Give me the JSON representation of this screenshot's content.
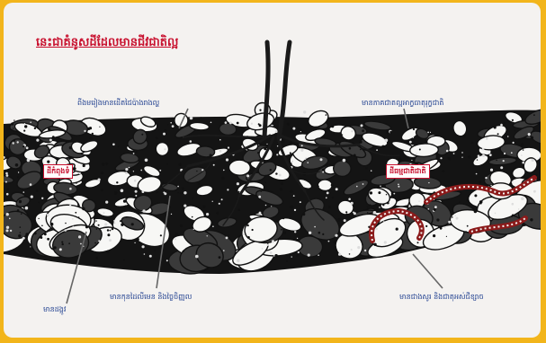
{
  "title": "នេះជាគំនូសដីដែលមានជីវជាតិល្អ",
  "labels": {
    "top_left": "ពីងមរៀងមានដើតជៃប៉ាងរាងល្ហ",
    "top_right": "មានភាគជាតល្អអាក្ខធាតុរុក្ខជាតិ",
    "tag_left": "ដីកំពុងទំ",
    "tag_right": "ដីធម្មជាតិជាតិ",
    "bottom_left": "មានដង្កូវ",
    "bottom_middle": "មានកុនដៃលីមេន និងច្ងៃចិញ្ញល",
    "bottom_right": "មានជាងសូរ និងជាតុអស់ជីខ្សាច"
  },
  "colors": {
    "frame": "#f2b51b",
    "title": "#c8102e",
    "labels": "#1f3f8f",
    "roots": "#1a1a1a",
    "worms": "#8b1a1a"
  }
}
